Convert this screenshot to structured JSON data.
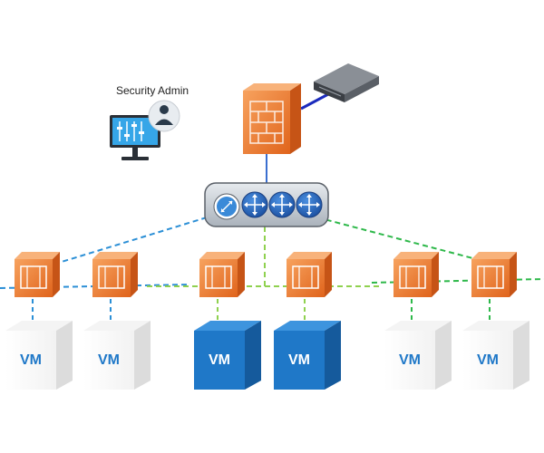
{
  "security_admin": {
    "label": "Security Admin"
  },
  "vms": [
    {
      "label": "VM",
      "style": "light"
    },
    {
      "label": "VM",
      "style": "light"
    },
    {
      "label": "VM",
      "style": "dark"
    },
    {
      "label": "VM",
      "style": "dark"
    },
    {
      "label": "VM",
      "style": "light"
    },
    {
      "label": "VM",
      "style": "light"
    }
  ],
  "colors": {
    "firewall_orange": "#ec7a2c",
    "segment_blue": "#2b8fd6",
    "segment_lightgreen": "#8fd14f",
    "segment_green": "#2eb84a",
    "link_navy": "#1b2bbd",
    "vm_dark_blue": "#1f78c8",
    "router_blue": "#1e5fb4"
  }
}
